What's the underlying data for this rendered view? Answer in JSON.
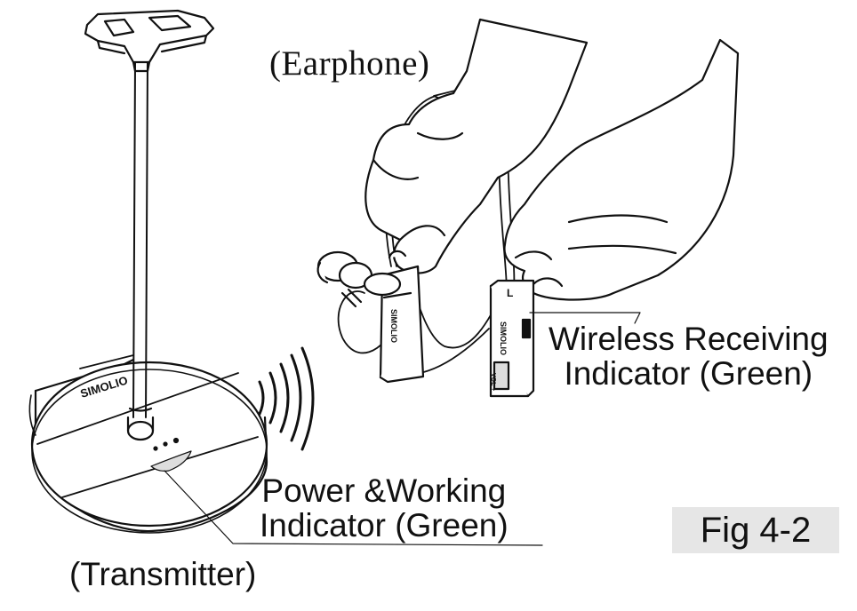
{
  "labels": {
    "earphone": "(Earphone)",
    "wireless_line1": "Wireless Receiving",
    "wireless_line2": "Indicator (Green)",
    "power_line1": "Power &Working",
    "power_line2": "Indicator (Green)",
    "transmitter": "(Transmitter)",
    "figure": "Fig 4-2"
  },
  "branding": {
    "transmitter_logo": "SIMOLIO",
    "receiver_logo_left": "SIMOLIO",
    "receiver_logo_right": "SIMOLIO",
    "receiver_side_letter": "L",
    "volume_marking": "VOL +"
  },
  "colors": {
    "line": "#111111",
    "fig_box": "#e6e6e6",
    "background": "#ffffff"
  }
}
